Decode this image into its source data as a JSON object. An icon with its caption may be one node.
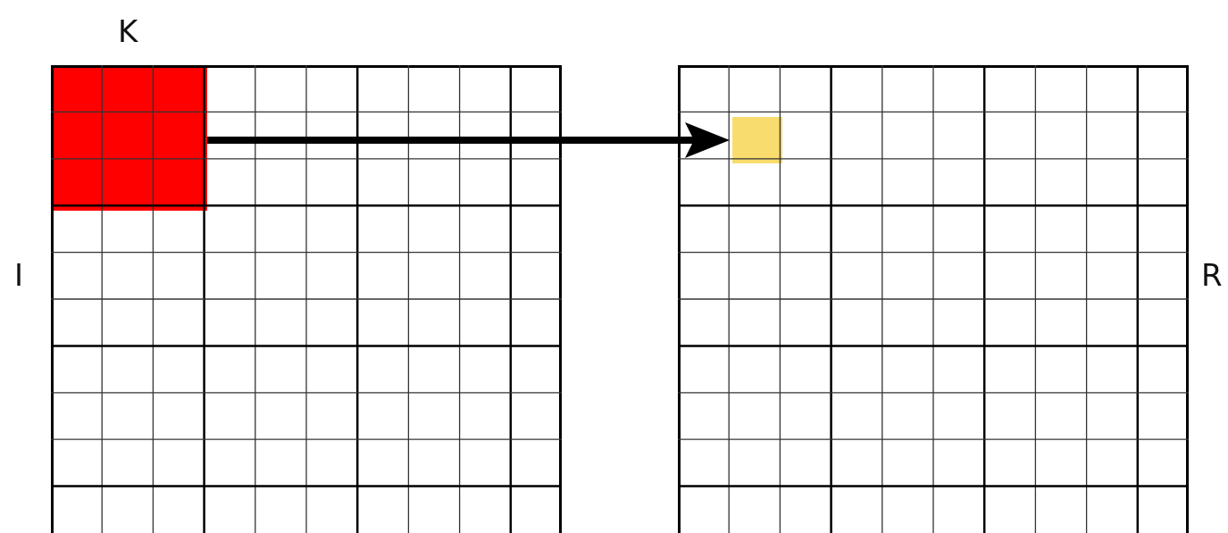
{
  "diagram": {
    "nodes": [
      {
        "text": [
          "I"
        ]
      },
      {
        "text": [
          "K"
        ],
        "in": 0
      },
      {
        "text": [
          "R"
        ]
      },
      {
        "text": [],
        "shape": "box",
        "in": 2
      }
    ],
    "edges": [
      {
        "from": 1,
        "to": 3,
        "arrow": "to"
      }
    ]
  }
}
